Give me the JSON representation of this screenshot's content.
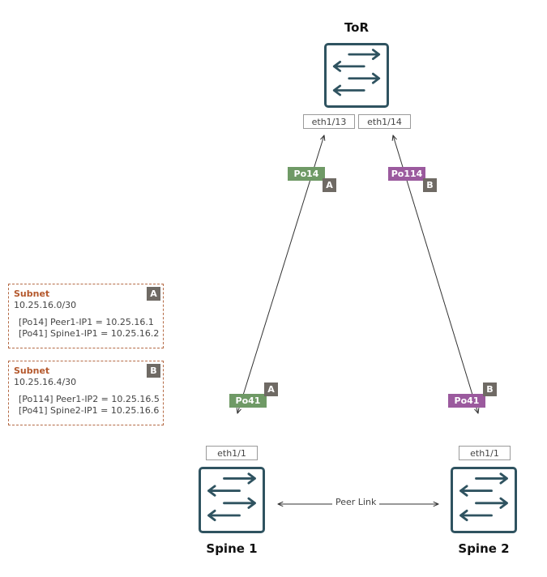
{
  "nodes": {
    "tor": {
      "title": "ToR"
    },
    "spine1": {
      "title": "Spine 1"
    },
    "spine2": {
      "title": "Spine 2"
    }
  },
  "ports": {
    "tor_eth13": "eth1/13",
    "tor_eth14": "eth1/14",
    "spine1_eth1": "eth1/1",
    "spine2_eth1": "eth1/1"
  },
  "portchannels": {
    "tor_po14": "Po14",
    "tor_po114": "Po114",
    "spine1_po41": "Po41",
    "spine2_po41": "Po41"
  },
  "badges": {
    "a": "A",
    "b": "B"
  },
  "peer_link": "Peer Link",
  "subnets": [
    {
      "badge": "A",
      "title": "Subnet",
      "network": "10.25.16.0/30",
      "line1": "[Po14] Peer1-IP1 = 10.25.16.1",
      "line2": "[Po41] Spine1-IP1 = 10.25.16.2"
    },
    {
      "badge": "B",
      "title": "Subnet",
      "network": "10.25.16.4/30",
      "line1": "[Po114] Peer1-IP2 = 10.25.16.5",
      "line2": "[Po41] Spine2-IP1 = 10.25.16.6"
    }
  ],
  "colors": {
    "switch": "#2f5360",
    "po_a": "#6f9a66",
    "po_b": "#9b5a9e",
    "badge": "#6f6a64",
    "subnet_title": "#b4582c",
    "subnet_border": "#b46a45"
  }
}
